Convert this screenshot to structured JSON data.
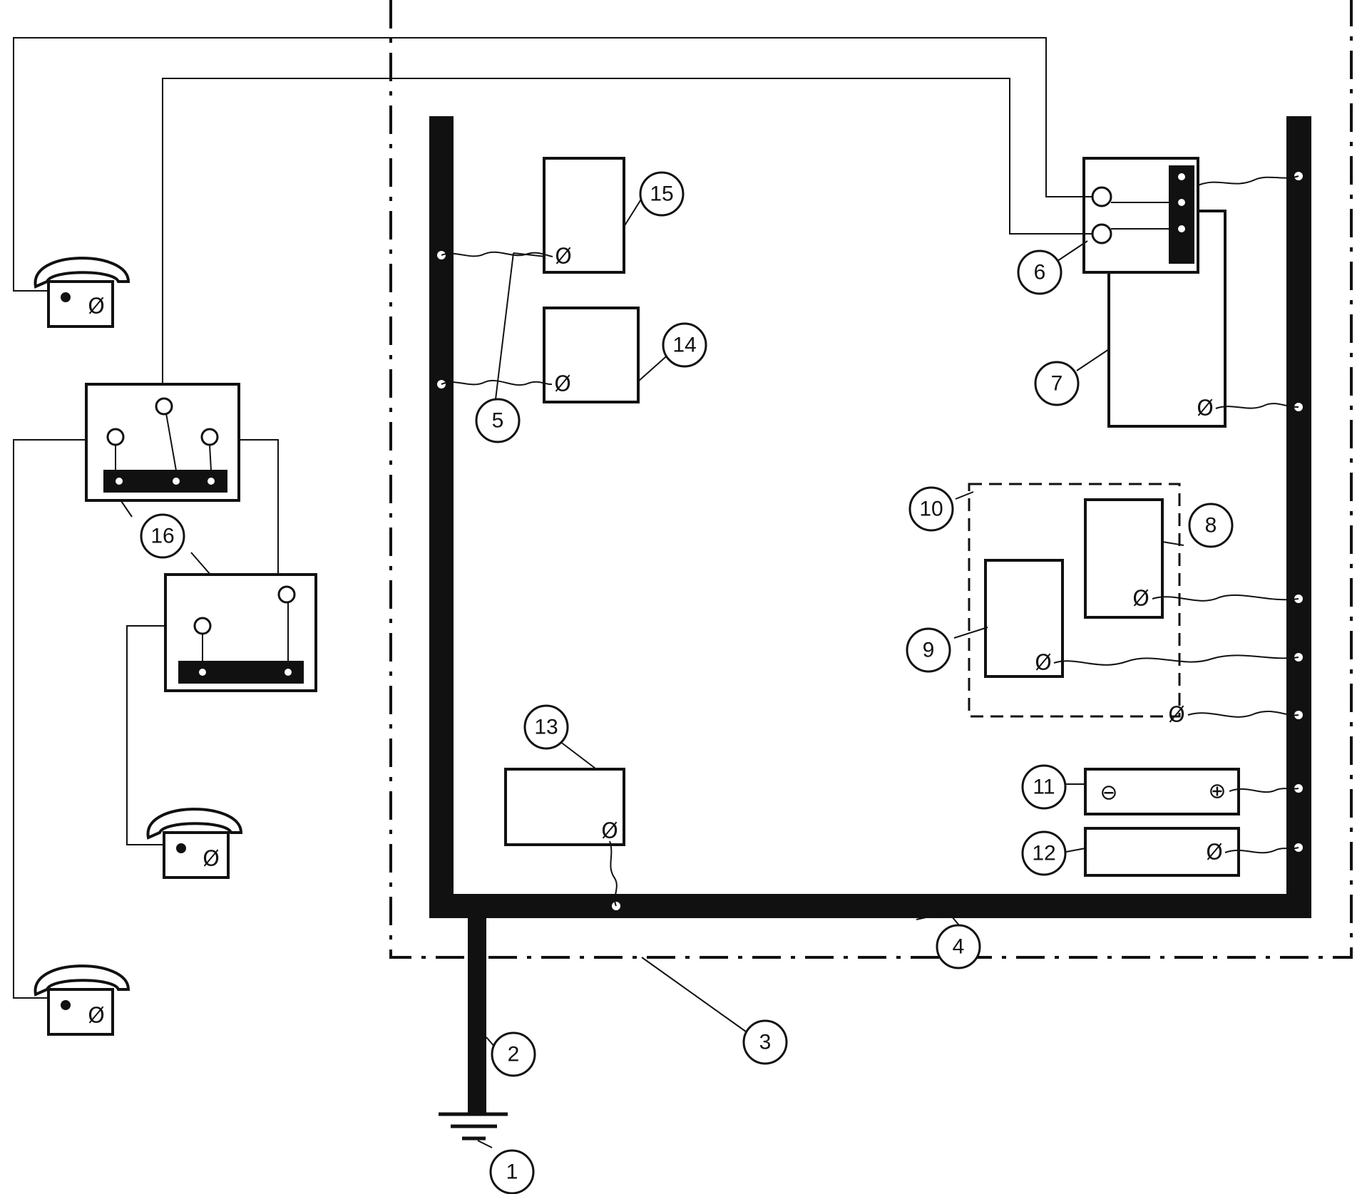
{
  "labels": {
    "l1": "1",
    "l2": "2",
    "l3": "3",
    "l4": "4",
    "l5": "5",
    "l6": "6",
    "l7": "7",
    "l8": "8",
    "l9": "9",
    "l10": "10",
    "l11": "11",
    "l12": "12",
    "l13": "13",
    "l14": "14",
    "l15": "15",
    "l16": "16"
  },
  "symbols": {
    "terminal": "Ø",
    "minus": "⊖",
    "plus": "⊕"
  },
  "icons": [
    "telephone-icon",
    "ground-icon",
    "terminal-icon",
    "junction-box-icon"
  ]
}
